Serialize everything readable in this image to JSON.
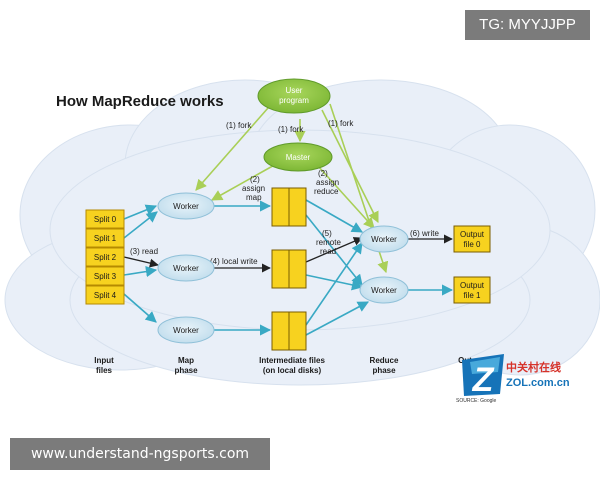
{
  "title": "How MapReduce works",
  "watermark_top": "TG: MYYJJPP",
  "watermark_bottom": "www.understand-ngsports.com",
  "user_program": [
    "User",
    "program"
  ],
  "master": "Master",
  "splits": [
    "Split 0",
    "Split 1",
    "Split 2",
    "Split 3",
    "Split 4"
  ],
  "map_worker": "Worker",
  "reduce_worker": "Worker",
  "outputs": [
    [
      "Output",
      "file 0"
    ],
    [
      "Output",
      "file 1"
    ]
  ],
  "edge_labels": {
    "fork_left": "(1) fork",
    "fork_mid": "(1) fork",
    "fork_right": "(1) fork",
    "assign_map": [
      "(2)",
      "assign",
      "map"
    ],
    "assign_reduce": [
      "(2)",
      "assign",
      "reduce"
    ],
    "read": "(3) read",
    "local_write": "(4) local write",
    "remote_read": [
      "(5)",
      "remote",
      "read"
    ],
    "write": "(6) write"
  },
  "phase_labels": {
    "input": [
      "Input",
      "files"
    ],
    "map": [
      "Map",
      "phase"
    ],
    "intermediate": [
      "Intermediate files",
      "(on local disks)"
    ],
    "reduce": [
      "Reduce",
      "phase"
    ],
    "output": [
      "Out"
    ]
  },
  "logo": {
    "brand_cn": "中关村在线",
    "brand_url": "ZOL.com.cn",
    "letter": "Z"
  },
  "source": "SOURCE: Google",
  "colors": {
    "green": "#8fc640",
    "green_stroke": "#5f9a2a",
    "worker_fill": "#cfe6f2",
    "yellow": "#f7d21f",
    "yellow_stroke": "#b58a00",
    "teal": "#39a9c4",
    "arrow_green": "#a9cf57",
    "cloud": "#e9eff8"
  }
}
